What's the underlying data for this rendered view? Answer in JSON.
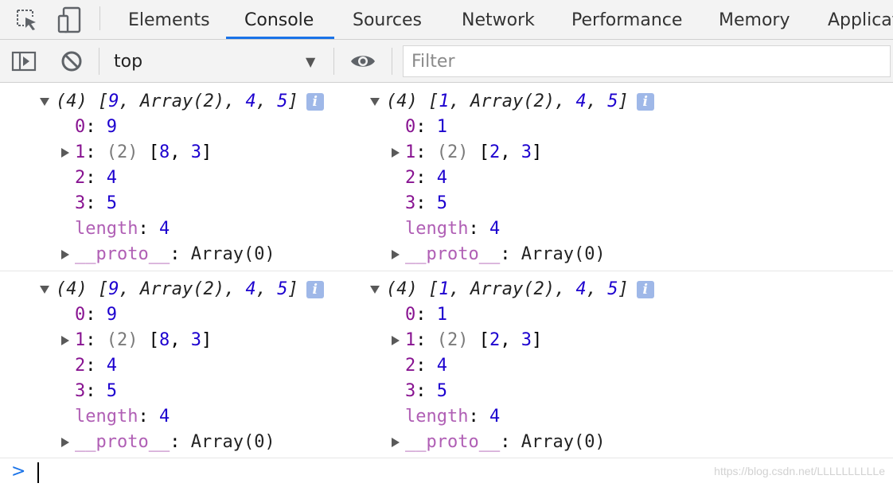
{
  "tabs": {
    "items": [
      "Elements",
      "Console",
      "Sources",
      "Network",
      "Performance",
      "Memory",
      "Applicat"
    ],
    "active": "Console",
    "accent": "#1a73e8"
  },
  "toolbar": {
    "context": "top",
    "filter_placeholder": "Filter",
    "icons": [
      "inspect-icon",
      "device-toggle-icon",
      "sidebar-toggle-icon",
      "clear-console-icon",
      "eye-icon"
    ]
  },
  "messages": [
    {
      "left": {
        "summary_prefix": "(4) [",
        "items": [
          "9",
          "Array(2)",
          "4",
          "5"
        ],
        "props": {
          "k0": "0",
          "v0": "9",
          "k1": "1",
          "v1_count": "(2)",
          "v1_a": "8",
          "v1_b": "3",
          "k2": "2",
          "v2": "4",
          "k3": "3",
          "v3": "5",
          "length_key": "length",
          "length_val": "4",
          "proto_key": "__proto__",
          "proto_val": "Array(0)"
        }
      },
      "right": {
        "summary_prefix": "(4) [",
        "items": [
          "1",
          "Array(2)",
          "4",
          "5"
        ],
        "props": {
          "k0": "0",
          "v0": "1",
          "k1": "1",
          "v1_count": "(2)",
          "v1_a": "2",
          "v1_b": "3",
          "k2": "2",
          "v2": "4",
          "k3": "3",
          "v3": "5",
          "length_key": "length",
          "length_val": "4",
          "proto_key": "__proto__",
          "proto_val": "Array(0)"
        }
      }
    },
    {
      "left": {
        "summary_prefix": "(4) [",
        "items": [
          "9",
          "Array(2)",
          "4",
          "5"
        ],
        "props": {
          "k0": "0",
          "v0": "9",
          "k1": "1",
          "v1_count": "(2)",
          "v1_a": "8",
          "v1_b": "3",
          "k2": "2",
          "v2": "4",
          "k3": "3",
          "v3": "5",
          "length_key": "length",
          "length_val": "4",
          "proto_key": "__proto__",
          "proto_val": "Array(0)"
        }
      },
      "right": {
        "summary_prefix": "(4) [",
        "items": [
          "1",
          "Array(2)",
          "4",
          "5"
        ],
        "props": {
          "k0": "0",
          "v0": "1",
          "k1": "1",
          "v1_count": "(2)",
          "v1_a": "2",
          "v1_b": "3",
          "k2": "2",
          "v2": "4",
          "k3": "3",
          "v3": "5",
          "length_key": "length",
          "length_val": "4",
          "proto_key": "__proto__",
          "proto_val": "Array(0)"
        }
      }
    }
  ],
  "info_badge": "i",
  "prompt": ">",
  "watermark": "https://blog.csdn.net/LLLLLLLLLLe"
}
